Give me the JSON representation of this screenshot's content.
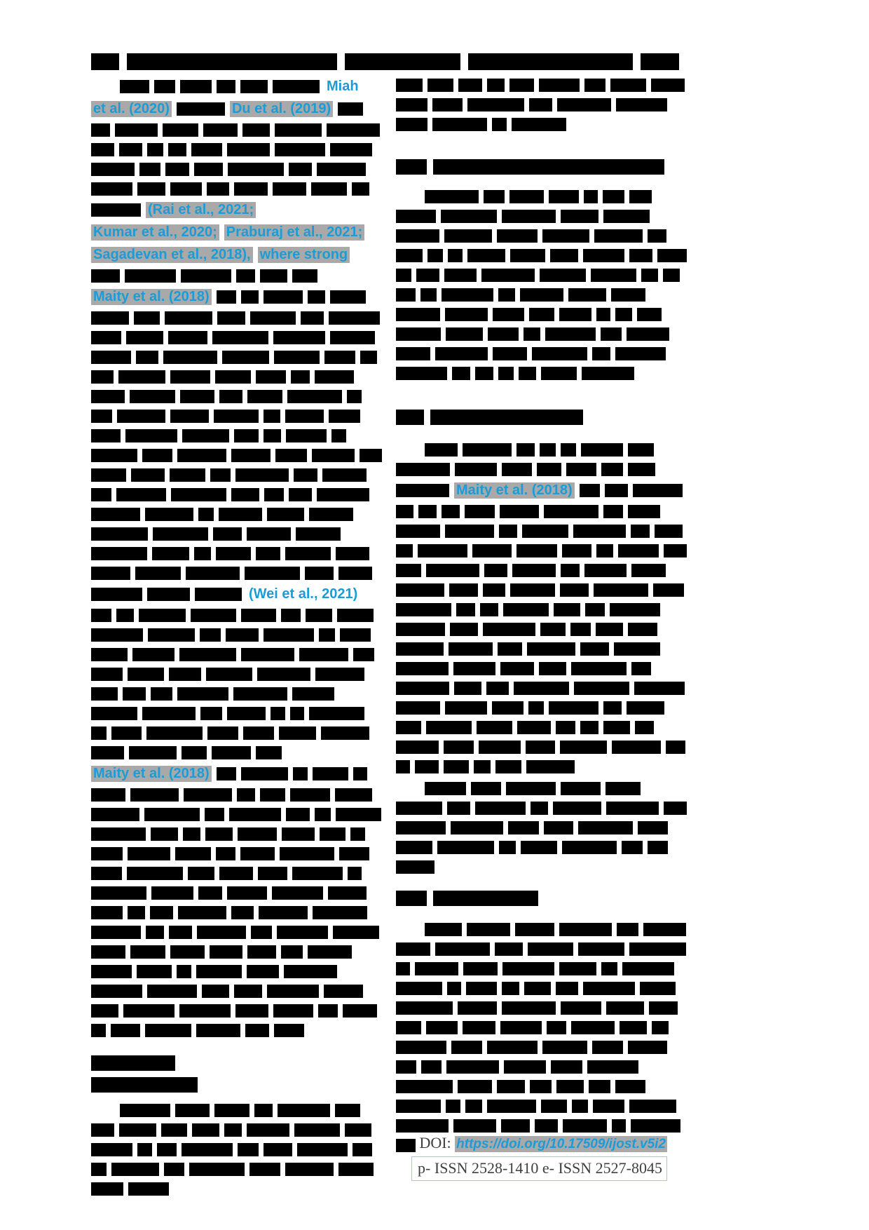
{
  "colors": {
    "link_blue": "#1b9cd8",
    "highlight_gray": "#a9a9a9",
    "redaction_black": "#000000",
    "footer_text": "#3f3f3f",
    "footer_box_border": "#aec3da",
    "page_background": "#ffffff"
  },
  "header": {
    "redacted": true,
    "segments": [
      40,
      300,
      165,
      235,
      55
    ]
  },
  "columns": {
    "left": {
      "blocks": [
        {
          "type": "para",
          "seed": 11,
          "indent": true,
          "margin_top": 0,
          "tokens": [
            {
              "r": 6
            },
            {
              "cite": "Miah",
              "hl": false
            },
            {
              "cite": "et al. (2020)"
            },
            {
              "r": 1
            },
            {
              "cite": "Du et al. (2019)"
            },
            {
              "r": 32
            },
            {
              "cite": "(Rai et al., 2021;"
            },
            {
              "cite": "Kumar et al., 2020;"
            },
            {
              "cite": "Praburaj et al., 2021;"
            },
            {
              "cite": "Sagadevan et al., 2018),"
            },
            {
              "cite": "where strong"
            },
            {
              "r": 6
            },
            {
              "cite": "Maity et al. (2018)"
            },
            {
              "r": 101
            },
            {
              "cite": "(Wei et al., 2021)",
              "hl": false
            },
            {
              "r": 52
            },
            {
              "cite": "Maity et al. (2018)"
            },
            {
              "r": 93
            }
          ]
        },
        {
          "type": "heading",
          "margin_top": 26,
          "margin_bottom": 16,
          "bars": [
            [
              120
            ],
            [
              152
            ]
          ]
        },
        {
          "type": "para",
          "seed": 12,
          "indent": true,
          "margin_top": 0,
          "tokens": [
            {
              "r": 31
            }
          ]
        }
      ]
    },
    "right": {
      "blocks": [
        {
          "type": "para",
          "seed": 21,
          "indent": false,
          "margin_top": 0,
          "tokens": [
            {
              "r": 19
            }
          ]
        },
        {
          "type": "heading",
          "margin_top": 40,
          "margin_bottom": 22,
          "bars": [
            [
              44,
              330
            ]
          ]
        },
        {
          "type": "para",
          "seed": 22,
          "indent": true,
          "margin_top": 0,
          "tokens": [
            {
              "r": 70
            }
          ]
        },
        {
          "type": "heading",
          "margin_top": 42,
          "margin_bottom": 26,
          "bars": [
            [
              40,
              218
            ]
          ]
        },
        {
          "type": "para",
          "seed": 23,
          "indent": true,
          "margin_top": 0,
          "tokens": [
            {
              "r": 15
            },
            {
              "cite": "Maity et al. (2018)"
            },
            {
              "r": 100
            }
          ]
        },
        {
          "type": "para",
          "seed": 24,
          "indent": true,
          "margin_top": 12,
          "tokens": [
            {
              "r": 26
            }
          ]
        },
        {
          "type": "heading",
          "margin_top": 24,
          "margin_bottom": 24,
          "bars": [
            [
              44,
              150
            ]
          ]
        },
        {
          "type": "para",
          "seed": 25,
          "indent": true,
          "margin_top": 0,
          "tokens": [
            {
              "r": 76
            }
          ]
        }
      ]
    }
  },
  "footer": {
    "doi_label": "DOI:",
    "doi_link": "https://doi.org/10.17509/ijost.v5i2",
    "issn_line": "p- ISSN 2528-1410 e- ISSN 2527-8045"
  }
}
